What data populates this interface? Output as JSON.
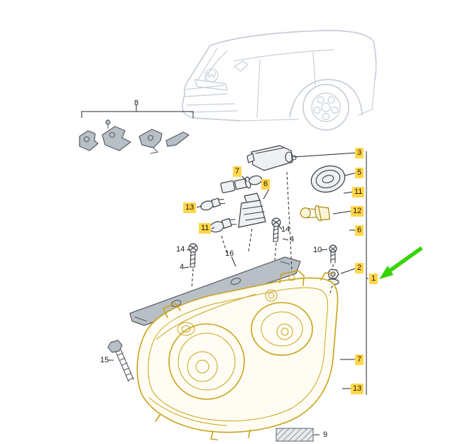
{
  "colors": {
    "highlight_label_bg": "#FFD64A",
    "headlight_yellow": "#C9A21B",
    "arrow_green": "#37D400",
    "car_sketch": "#C6CFD8",
    "leader_line": "#23272B",
    "gray_part": "#B9BFC6"
  },
  "labels": [
    {
      "text": "8",
      "highlight": false
    },
    {
      "text": "7",
      "highlight": true
    },
    {
      "text": "6",
      "highlight": true
    },
    {
      "text": "13",
      "highlight": true
    },
    {
      "text": "11",
      "highlight": true
    },
    {
      "text": "14",
      "highlight": false
    },
    {
      "text": "4",
      "highlight": false
    },
    {
      "text": "14",
      "highlight": false
    },
    {
      "text": "4",
      "highlight": false
    },
    {
      "text": "16",
      "highlight": false
    },
    {
      "text": "10",
      "highlight": false
    },
    {
      "text": "15",
      "highlight": false
    },
    {
      "text": "9",
      "highlight": false
    },
    {
      "text": "3",
      "highlight": true
    },
    {
      "text": "5",
      "highlight": true
    },
    {
      "text": "11",
      "highlight": true
    },
    {
      "text": "12",
      "highlight": true
    },
    {
      "text": "6",
      "highlight": true
    },
    {
      "text": "2",
      "highlight": true
    },
    {
      "text": "1",
      "highlight": true
    },
    {
      "text": "7",
      "highlight": true
    },
    {
      "text": "13",
      "highlight": true
    }
  ]
}
